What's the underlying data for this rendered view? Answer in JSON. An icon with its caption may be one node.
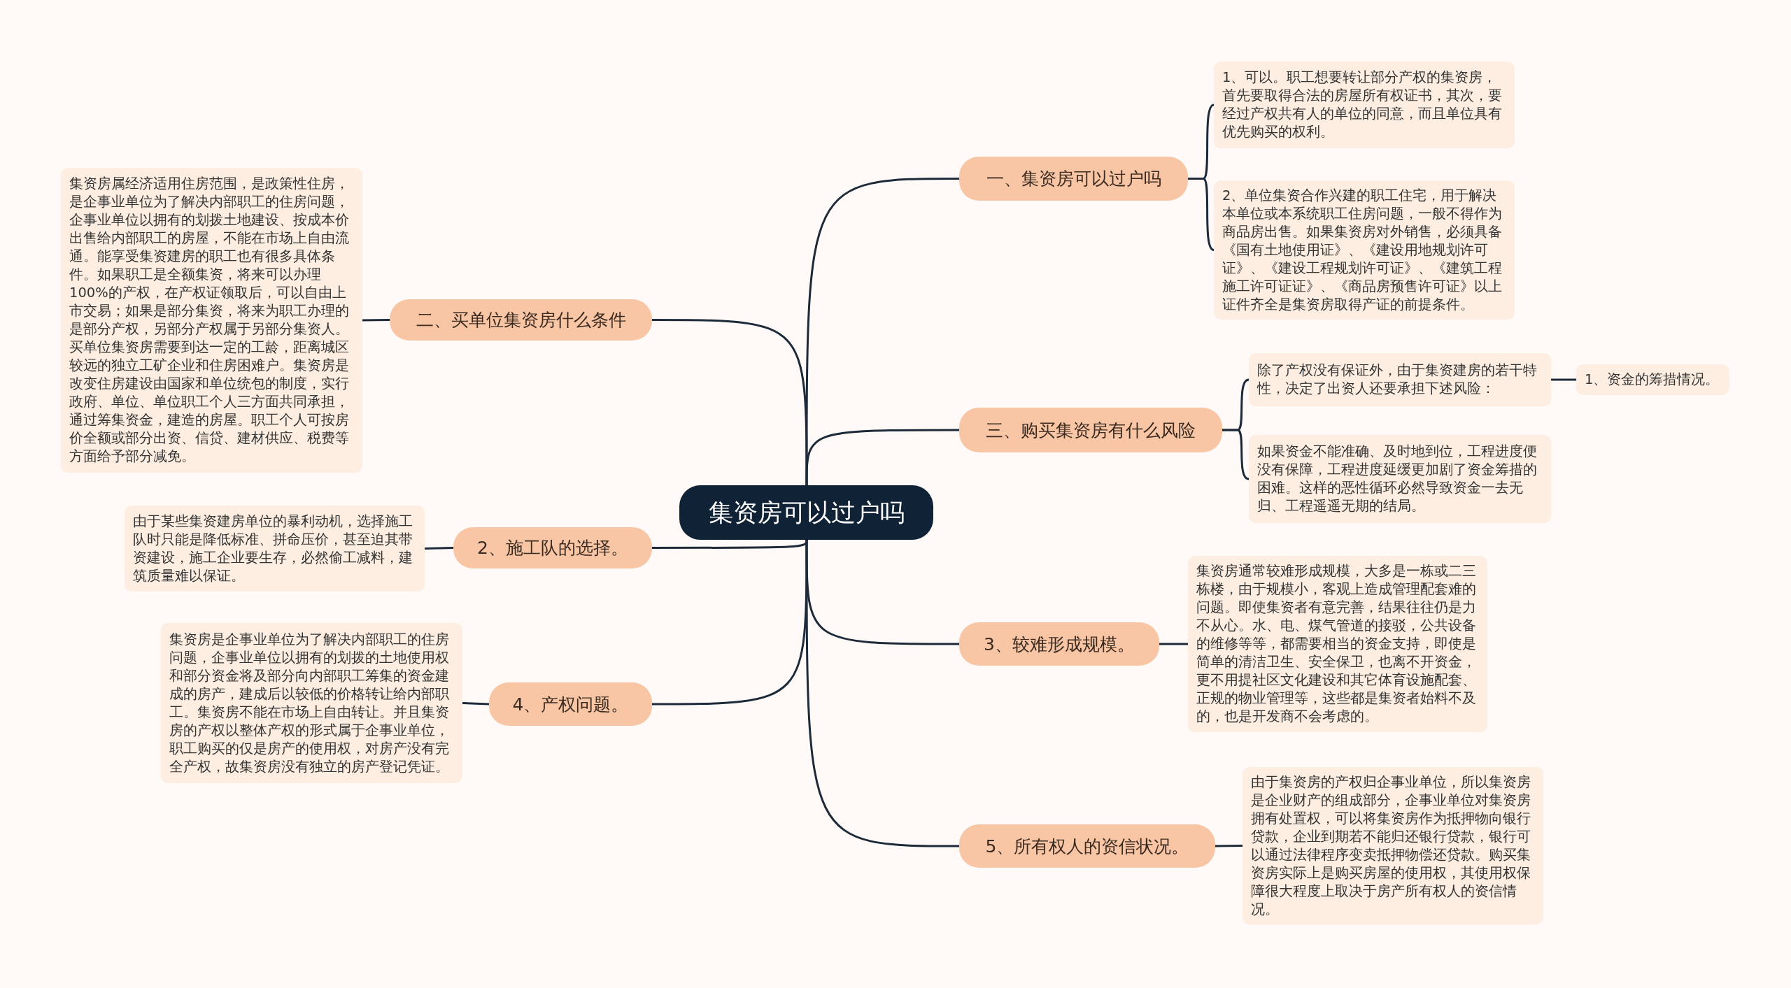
{
  "diagram": {
    "nodes": [
      {
        "text": [
          "集资房可以过户吗"
        ]
      },
      {
        "text": [
          "一、集资房可以过户吗"
        ]
      },
      {
        "text": [
          "1、可以。职工想要转让部分产权的集资房，首先要取得合法的房屋所有权证书，其次，要经过产权共有人的单位的同意，而且单位具有优先购买的权利。"
        ]
      },
      {
        "text": [
          "2、单位集资合作兴建的职工住宅，用于解决本单位或本系统职工住房问题，一般不得作为商品房出售。如果集资房对外销售，必须具备《国有土地使用证》、《建设用地规划许可证》、《建设工程规划许可证》、《建筑工程施工许可证证》、《商品房预售许可证》以上证件齐全是集资房取得产证的前提条件。"
        ]
      },
      {
        "text": [
          "二、买单位集资房什么条件"
        ]
      },
      {
        "text": [
          "集资房属经济适用住房范围，是政策性住房，是企事业单位为了解决内部职工的住房问题，企事业单位以拥有的划拨土地建设、按成本价出售给内部职工的房屋，不能在市场上自由流通。能享受集资建房的职工也有很多具体条件。如果职工是全额集资，将来可以办理100%的产权，在产权证领取后，可以自由上市交易；如果是部分集资，将来为职工办理的是部分产权，另部分产权属于另部分集资人。买单位集资房需要到达一定的工龄，距离城区较远的独立工矿企业和住房困难户。集资房是改变住房建设由国家和单位统包的制度，实行政府、单位、单位职工个人三方面共同承担，通过筹集资金，建造的房屋。职工个人可按房价全额或部分出资、信贷、建材供应、税费等方面给予部分减免。"
        ]
      },
      {
        "text": [
          "三、购买集资房有什么风险"
        ]
      },
      {
        "text": [
          "除了产权没有保证外，由于集资建房的若干特性，决定了出资人还要承担下述风险："
        ]
      },
      {
        "text": [
          "1、资金的筹措情况。"
        ]
      },
      {
        "text": [
          "如果资金不能准确、及时地到位，工程进度便没有保障，工程进度延缓更加剧了资金筹措的困难。这样的恶性循环必然导致资金一去无归、工程遥遥无期的结局。"
        ]
      },
      {
        "text": [
          "2、施工队的选择。"
        ]
      },
      {
        "text": [
          "由于某些集资建房单位的暴利动机，选择施工队时只能是降低标准、拼命压价，甚至迫其带资建设，施工企业要生存，必然偷工减料，建筑质量难以保证。"
        ]
      },
      {
        "text": [
          "3、较难形成规模。"
        ]
      },
      {
        "text": [
          "集资房通常较难形成规模，大多是一栋或二三栋楼，由于规模小，客观上造成管理配套难的问题。即使集资者有意完善，结果往往仍是力不从心。水、电、煤气管道的接驳，公共设备的维修等等，都需要相当的资金支持，即使是简单的清洁卫生、安全保卫，也离不开资金，更不用提社区文化建设和其它体育设施配套、正规的物业管理等，这些都是集资者始料不及的，也是开发商不会考虑的。"
        ]
      },
      {
        "text": [
          "4、产权问题。"
        ]
      },
      {
        "text": [
          "集资房是企事业单位为了解决内部职工的住房问题，企事业单位以拥有的划拨的土地使用权和部分资金将及部分向内部职工筹集的资金建成的房产，建成后以较低的价格转让给内部职工。集资房不能在市场上自由转让。并且集资房的产权以整体产权的形式属于企事业单位，职工购买的仅是房产的使用权，对房产没有完全产权，故集资房没有独立的房产登记凭证。"
        ]
      },
      {
        "text": [
          "5、所有权人的资信状况。"
        ]
      },
      {
        "text": [
          "由于集资房的产权归企事业单位，所以集资房是企业财产的组成部分，企事业单位对集资房拥有处置权，可以将集资房作为抵押物向银行贷款，企业到期若不能归还银行贷款，银行可以通过法律程序变卖抵押物偿还贷款。购买集资房实际上是购买房屋的使用权，其使用权保障很大程度上取决于房产所有权人的资信情况。"
        ]
      }
    ],
    "edges": [
      {
        "from": 0,
        "to": 1,
        "arrow": "none"
      },
      {
        "from": 1,
        "to": 2,
        "arrow": "none"
      },
      {
        "from": 1,
        "to": 3,
        "arrow": "none"
      },
      {
        "from": 0,
        "to": 4,
        "arrow": "none"
      },
      {
        "from": 4,
        "to": 5,
        "arrow": "none"
      },
      {
        "from": 0,
        "to": 6,
        "arrow": "none"
      },
      {
        "from": 6,
        "to": 7,
        "arrow": "none"
      },
      {
        "from": 7,
        "to": 8,
        "arrow": "none"
      },
      {
        "from": 6,
        "to": 9,
        "arrow": "none"
      },
      {
        "from": 0,
        "to": 10,
        "arrow": "none"
      },
      {
        "from": 10,
        "to": 11,
        "arrow": "none"
      },
      {
        "from": 0,
        "to": 12,
        "arrow": "none"
      },
      {
        "from": 12,
        "to": 13,
        "arrow": "none"
      },
      {
        "from": 0,
        "to": 14,
        "arrow": "none"
      },
      {
        "from": 14,
        "to": 15,
        "arrow": "none"
      },
      {
        "from": 0,
        "to": 16,
        "arrow": "none"
      },
      {
        "from": 16,
        "to": 17,
        "arrow": "none"
      }
    ]
  }
}
